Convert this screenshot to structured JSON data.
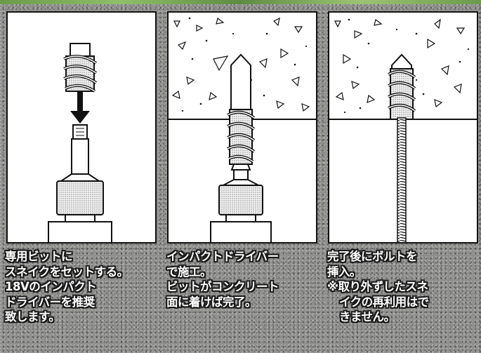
{
  "steps": [
    {
      "lines": [
        "専用ビットに",
        "スネイクをセットする。",
        "18Vのインパクト",
        "ドライバーを推奨",
        "致します。"
      ]
    },
    {
      "lines": [
        "インパクトドライバー",
        "で施工。",
        "ビットがコンクリート",
        "面に着けば完了。"
      ]
    },
    {
      "lines": [
        "完了後にボルトを",
        "挿入。",
        "※取り外ずしたスネ",
        "イクの再利用はで",
        "きません。"
      ]
    }
  ]
}
